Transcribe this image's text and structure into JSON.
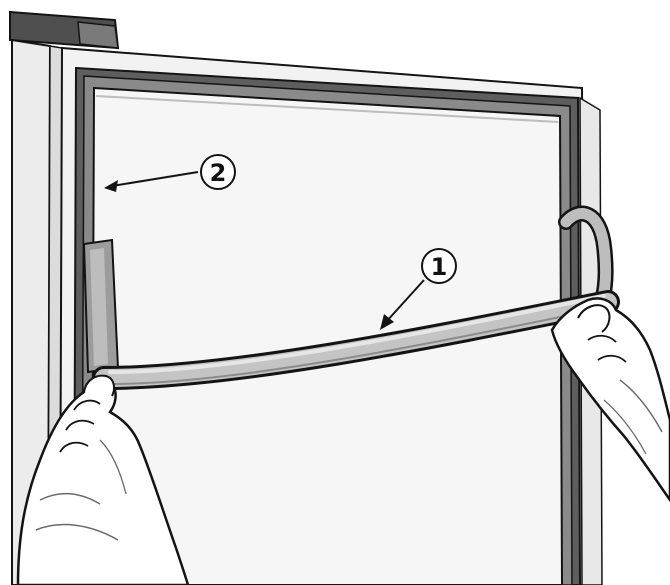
{
  "colors": {
    "outline": "#141414",
    "gasket_fill": "#bdbdbd",
    "frame_shadow": "#5e5e5e",
    "panel": "#f4f4f4",
    "background": "#ffffff"
  },
  "callouts": [
    {
      "number": "1",
      "target": "gasket-being-removed"
    },
    {
      "number": "2",
      "target": "gasket-groove-in-door-frame"
    }
  ]
}
